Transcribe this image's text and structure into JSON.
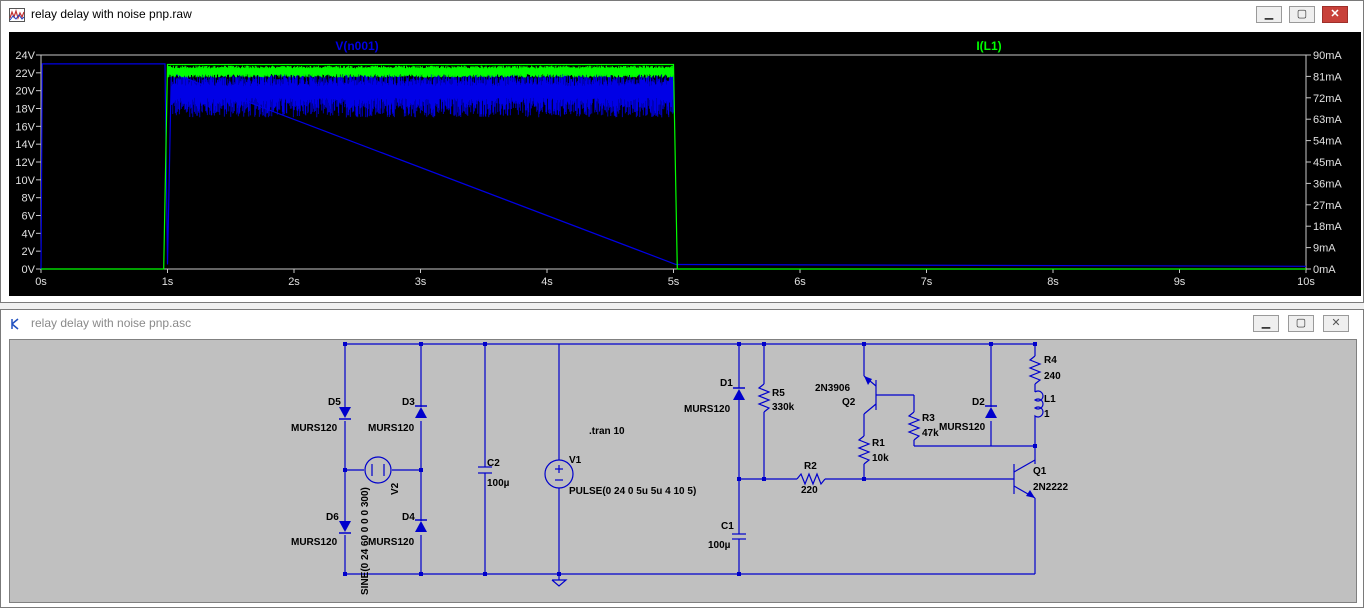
{
  "waveform_window": {
    "title": "relay delay with noise pnp.raw",
    "controls": {
      "minimize": "▁",
      "maximize": "▢",
      "close": "✕"
    },
    "traces": [
      {
        "name": "V(n001)",
        "color": "#0000e6"
      },
      {
        "name": "I(L1)",
        "color": "#00ff00"
      }
    ],
    "left_axis_ticks": [
      "24V",
      "22V",
      "20V",
      "18V",
      "16V",
      "14V",
      "12V",
      "10V",
      "8V",
      "6V",
      "4V",
      "2V",
      "0V"
    ],
    "right_axis_ticks": [
      "90mA",
      "81mA",
      "72mA",
      "63mA",
      "54mA",
      "45mA",
      "36mA",
      "27mA",
      "18mA",
      "9mA",
      "0mA"
    ],
    "x_axis_ticks": [
      "0s",
      "1s",
      "2s",
      "3s",
      "4s",
      "5s",
      "6s",
      "7s",
      "8s",
      "9s",
      "10s"
    ]
  },
  "chart_data": {
    "type": "line",
    "x_range": [
      0,
      10
    ],
    "y_left_range": [
      0,
      24
    ],
    "y_right_range": [
      0,
      90
    ],
    "series": [
      {
        "name": "V(n001)",
        "axis": "left",
        "units": "V",
        "color": "#0000e6",
        "points": [
          [
            0,
            0
          ],
          [
            0.01,
            23
          ],
          [
            0.98,
            23
          ],
          [
            1.0,
            0.5
          ],
          [
            1.03,
            22
          ],
          [
            2,
            20.5
          ],
          [
            3,
            20.5
          ],
          [
            4,
            20.5
          ],
          [
            5.0,
            20.5
          ],
          [
            5.02,
            0.5
          ],
          [
            10,
            0.3
          ]
        ],
        "noise_band_v": [
          17.0,
          22.0
        ],
        "noise_interval_s": [
          1.0,
          5.0
        ]
      },
      {
        "name": "I(L1)",
        "axis": "right",
        "units": "mA",
        "color": "#00ff00",
        "points": [
          [
            0,
            0
          ],
          [
            0.97,
            0
          ],
          [
            1.0,
            86
          ],
          [
            5.0,
            86
          ],
          [
            5.03,
            0
          ],
          [
            10,
            0
          ]
        ],
        "noise_band_ma": [
          80.5,
          85.5
        ]
      }
    ],
    "grid": false,
    "legend": "top (trace names above plot)"
  },
  "schematic_window": {
    "title": "relay delay with noise pnp.asc",
    "controls": {
      "minimize": "▁",
      "maximize": "▢",
      "close": "✕"
    },
    "labels": {
      "d5": "D5",
      "d5_model": "MURS120",
      "d3": "D3",
      "d3_model": "MURS120",
      "d6": "D6",
      "d6_model": "MURS120",
      "d4": "D4",
      "d4_model": "MURS120",
      "v2": "V2",
      "v2_value": "SINE(0 24 60 0 0 0 300)",
      "c2": "C2",
      "c2_value": "100µ",
      "v1": "V1",
      "v1_value": "PULSE(0 24 0 5u 5u 4 10 5)",
      "tran": ".tran 10",
      "d1": "D1",
      "d1_model": "MURS120",
      "r5": "R5",
      "r5_value": "330k",
      "c1": "C1",
      "c1_value": "100µ",
      "r2": "R2",
      "r2_value": "220",
      "q2_model": "2N3906",
      "q2": "Q2",
      "r1": "R1",
      "r1_value": "10k",
      "r3": "R3",
      "r3_value": "47k",
      "d2": "D2",
      "d2_model": "MURS120",
      "r4": "R4",
      "r4_value": "240",
      "l1": "L1",
      "l1_value": "1",
      "q1": "Q1",
      "q1_model": "2N2222"
    }
  }
}
